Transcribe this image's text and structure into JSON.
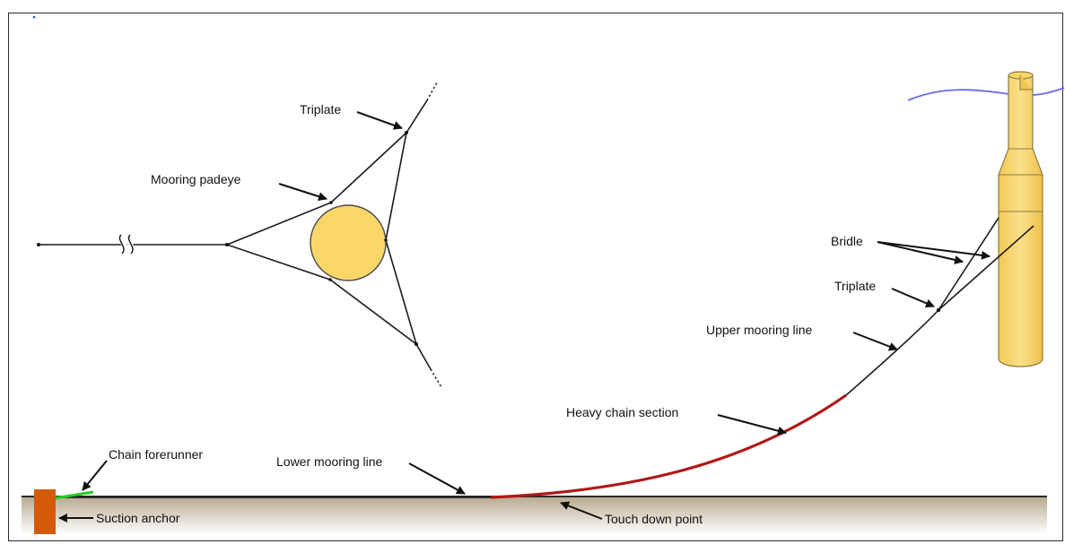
{
  "labels": {
    "triplate_top": "Triplate",
    "mooring_padeye": "Mooring padeye",
    "bridle": "Bridle",
    "triplate_right": "Triplate",
    "upper_mooring_line": "Upper mooring line",
    "heavy_chain_section": "Heavy chain section",
    "chain_forerunner": "Chain forerunner",
    "lower_mooring_line": "Lower mooring line",
    "suction_anchor": "Suction anchor",
    "touch_down_point": "Touch down point"
  },
  "colors": {
    "spar": "#f8d468",
    "spar_stroke": "#9a8a50",
    "chain": "#b01818",
    "forerunner": "#22cc22",
    "anchor": "#d45a0a",
    "water": "#6a6aee",
    "seabed_top": "#bfb19a",
    "seabed_bottom": "#ffffff"
  }
}
